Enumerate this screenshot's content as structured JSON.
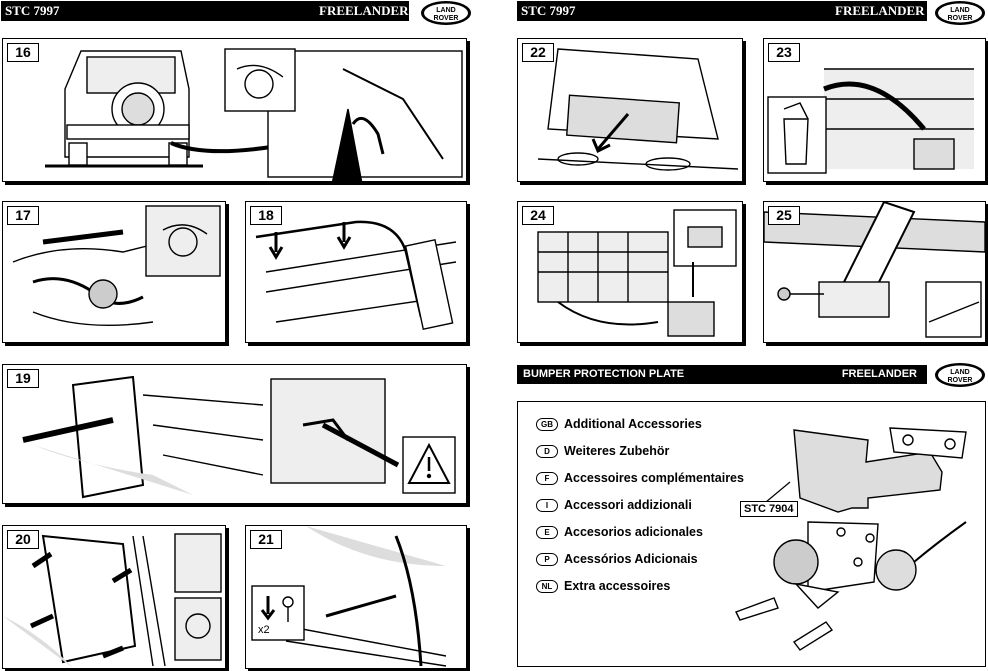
{
  "header_left": {
    "code": "STC 7997",
    "model": "FREELANDER"
  },
  "header_right": {
    "code": "STC 7997",
    "model": "FREELANDER"
  },
  "logo": {
    "line1": "LAND",
    "line2": "ROVER"
  },
  "steps": {
    "s16": "16",
    "s17": "17",
    "s18": "18",
    "s19": "19",
    "s20": "20",
    "s21": "21",
    "s22": "22",
    "s23": "23",
    "s24": "24",
    "s25": "25"
  },
  "fastener_qty": "x2",
  "section": {
    "title": "BUMPER PROTECTION PLATE",
    "model": "FREELANDER"
  },
  "accessories": [
    {
      "code": "GB",
      "label": "Additional Accessories"
    },
    {
      "code": "D",
      "label": "Weiteres Zubehör"
    },
    {
      "code": "F",
      "label": "Accessoires complémentaires"
    },
    {
      "code": "I",
      "label": "Accessori addizionali"
    },
    {
      "code": "E",
      "label": "Accesorios adicionales"
    },
    {
      "code": "P",
      "label": "Acessórios Adicionais"
    },
    {
      "code": "NL",
      "label": "Extra accessoires"
    }
  ],
  "part_callout": "STC 7904",
  "colors": {
    "header_bg": "#000000",
    "header_text": "#ffffff",
    "line": "#000000",
    "paper": "#ffffff"
  }
}
